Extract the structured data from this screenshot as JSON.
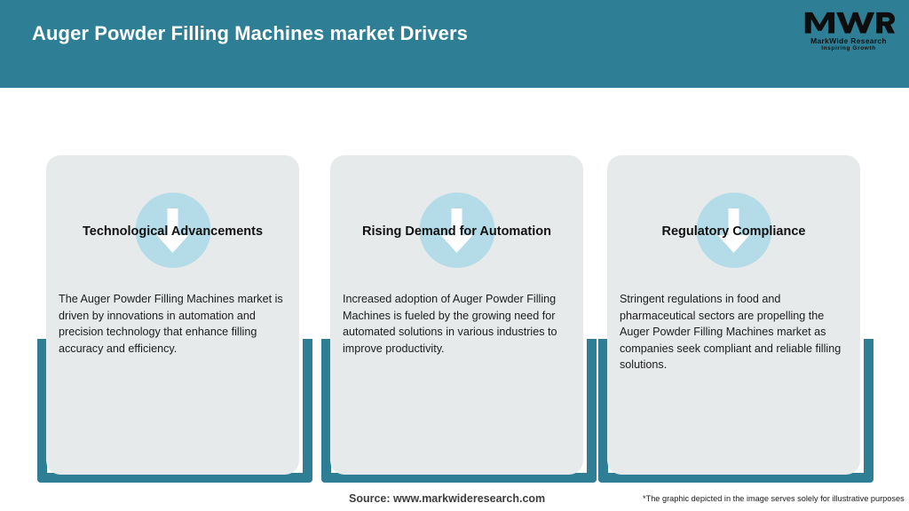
{
  "header": {
    "title": "Auger Powder Filling Machines market Drivers",
    "bg_color": "#2e7f96",
    "title_color": "#ffffff"
  },
  "logo": {
    "mark": "MWR",
    "name": "MarkWide Research",
    "tagline": "Inspiring Growth",
    "icon": "mwr-logo-icon"
  },
  "cards": [
    {
      "icon": "down-arrow-icon",
      "title": "Technological Advancements",
      "body": "The Auger Powder Filling Machines market is driven by innovations in automation and precision technology that enhance filling accuracy and efficiency."
    },
    {
      "icon": "down-arrow-icon",
      "title": "Rising Demand for Automation",
      "body": "Increased adoption of Auger Powder Filling Machines is fueled by the growing need for automated solutions in various industries to improve productivity."
    },
    {
      "icon": "down-arrow-icon",
      "title": "Regulatory Compliance",
      "body": "Stringent regulations in food and pharmaceutical sectors are propelling the Auger Powder Filling Machines market as companies seek compliant and reliable filling solutions."
    }
  ],
  "footer": {
    "source": "Source: www.markwideresearch.com",
    "note": "*The graphic depicted in the image serves solely for illustrative purposes"
  },
  "colors": {
    "teal": "#2e7f96",
    "card_bg": "#e7eaeb",
    "circle": "#b4dbe8",
    "arrow": "#ffffff"
  }
}
